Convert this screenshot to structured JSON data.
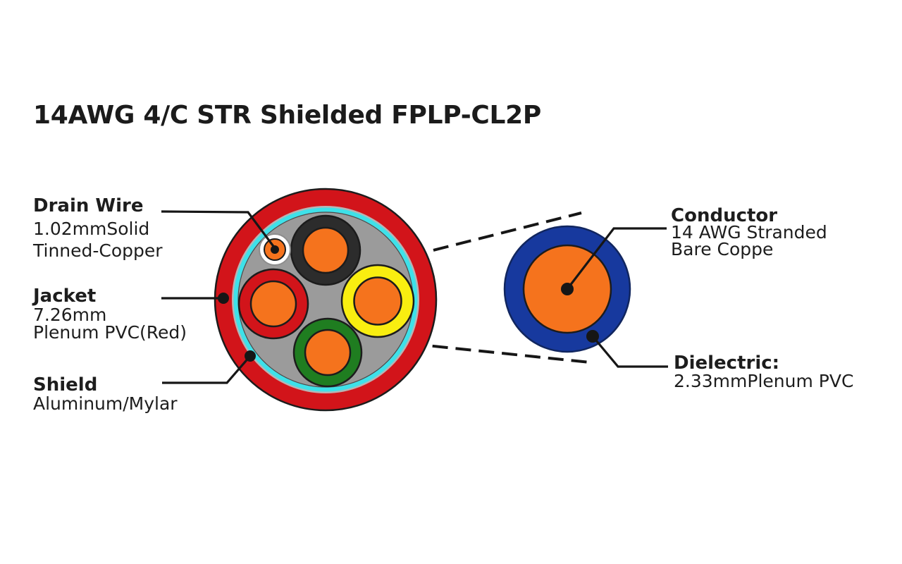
{
  "title": "14AWG 4/C STR Shielded FPLP-CL2P",
  "labels": {
    "drain_wire": {
      "heading": "Drain Wire",
      "lines": [
        "1.02mmSolid",
        "Tinned-Copper"
      ]
    },
    "jacket": {
      "heading": "Jacket",
      "lines": [
        "7.26mm",
        "Plenum PVC(Red)"
      ]
    },
    "shield": {
      "heading": "Shield",
      "lines": [
        "Aluminum/Mylar"
      ]
    },
    "conductor": {
      "heading": "Conductor",
      "lines": [
        "14 AWG Stranded",
        "Bare Coppe"
      ]
    },
    "dielectric": {
      "heading": "Dielectric:",
      "lines": [
        "2.33mmPlenum PVC"
      ]
    }
  },
  "colors": {
    "jacket_red": "#d2141a",
    "foil_silver": "#b5b5b5",
    "shield_cyan": "#3ee1e9",
    "filler_gray": "#9b9b9b",
    "conductor_orange": "#f5731d",
    "insulation_black": "#2c2c2c",
    "insulation_yellow": "#f9ee10",
    "insulation_red": "#d2141a",
    "insulation_green": "#1f7d20",
    "drain_white": "#ffffff",
    "dielectric_blue": "#17399e",
    "line_black": "#161616",
    "text_black": "#1d1d1d",
    "outline_dark": "#1c1c1c"
  }
}
